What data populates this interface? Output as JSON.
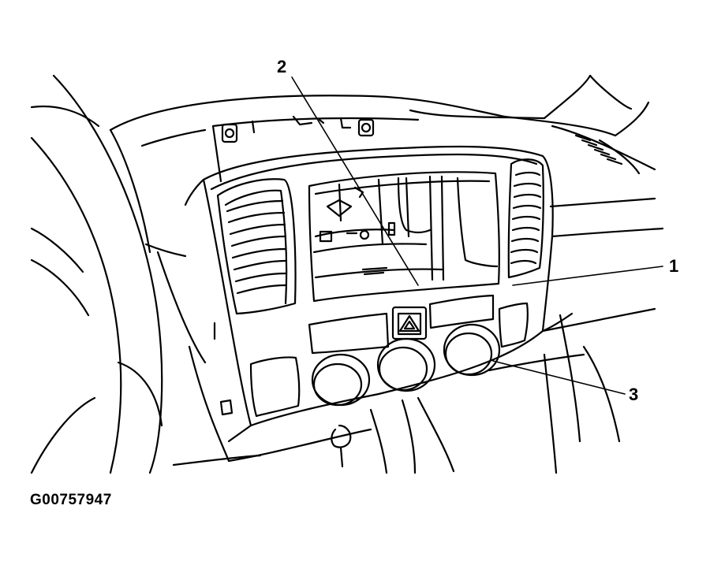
{
  "figure": {
    "id": "G00757947"
  },
  "callouts": {
    "c1": "1",
    "c2": "2",
    "c3": "3"
  },
  "colors": {
    "line": "#000000",
    "background": "#ffffff"
  }
}
